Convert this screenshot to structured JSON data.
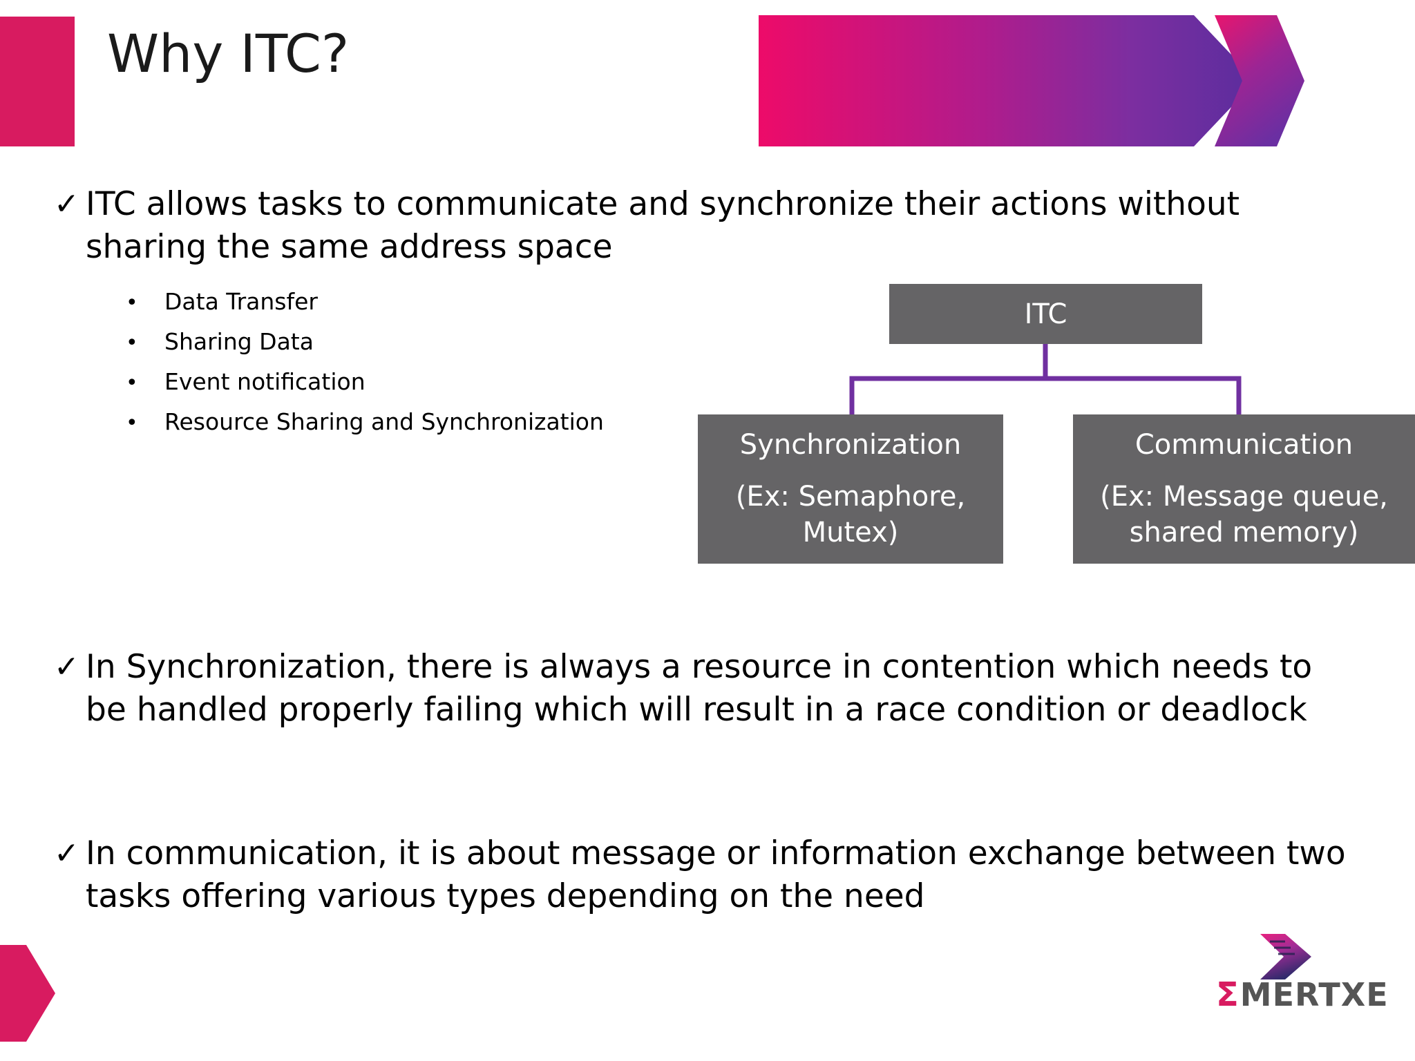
{
  "slide": {
    "title": "Why ITC?",
    "accent_pink": "#D81B60",
    "accent_purple": "#7030A0",
    "node_gray": "#656466"
  },
  "bullets": [
    {
      "marker": "✓",
      "text": "ITC allows tasks to communicate and synchronize their actions without sharing the same address space"
    },
    {
      "marker": "✓",
      "text": "In Synchronization, there is always a resource in contention which needs to be handled properly failing which will result in a race condition or deadlock"
    },
    {
      "marker": "✓",
      "text": "In communication, it is about message or information exchange between two tasks offering various types depending on the need"
    }
  ],
  "sub_bullets": {
    "marker": "•",
    "items": [
      "Data Transfer",
      "Sharing Data",
      "Event notification",
      "Resource Sharing and Synchronization"
    ]
  },
  "diagram": {
    "root": {
      "title": "ITC"
    },
    "children": [
      {
        "title": "Synchronization",
        "subtitle": "(Ex: Semaphore, Mutex)"
      },
      {
        "title": "Communication",
        "subtitle": "(Ex: Message queue, shared memory)"
      }
    ]
  },
  "brand": {
    "sigma": "Σ",
    "rest": "MERTXE"
  }
}
